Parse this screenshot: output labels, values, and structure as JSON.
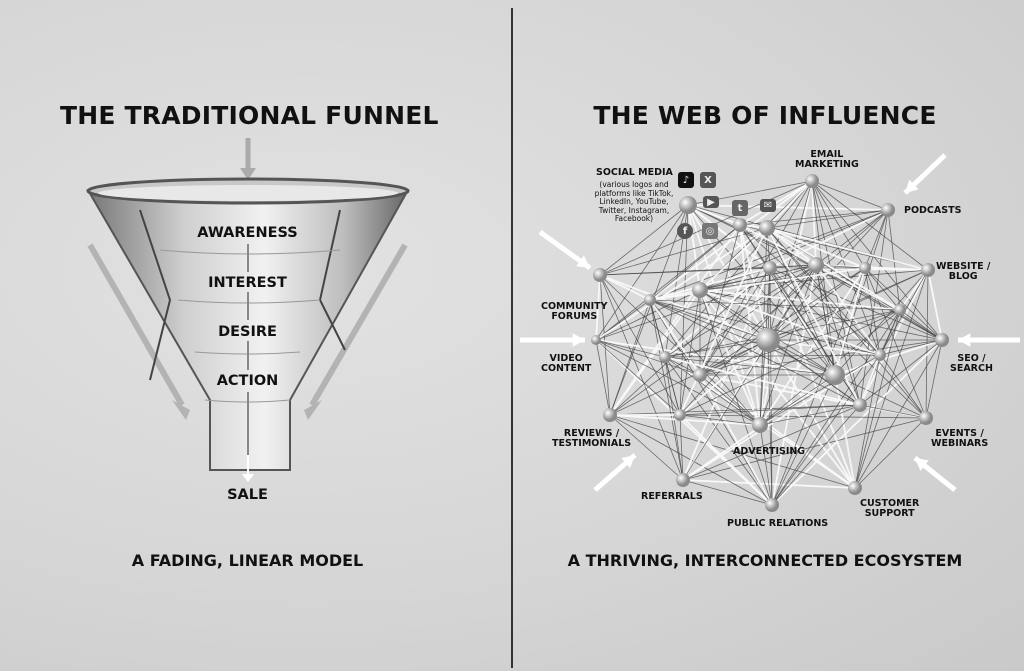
{
  "left": {
    "title": "THE TRADITIONAL FUNNEL",
    "stages": [
      "AWARENESS",
      "INTEREST",
      "DESIRE",
      "ACTION"
    ],
    "outcome": "SALE",
    "caption": "A FADING, LINEAR MODEL"
  },
  "right": {
    "title": "THE WEB OF INFLUENCE",
    "caption": "A THRIVING, INTERCONNECTED ECOSYSTEM",
    "social_media": {
      "label": "SOCIAL MEDIA",
      "note": "(various logos and platforms like TikTok, LinkedIn, YouTube, Twitter, Instagram, Facebook)",
      "icons": [
        "tiktok-icon",
        "x-icon",
        "youtube-icon",
        "twitter-icon",
        "email-icon",
        "facebook-icon",
        "instagram-icon"
      ]
    },
    "nodes": {
      "email": [
        "EMAIL",
        "MARKETING"
      ],
      "podcasts": "PODCASTS",
      "website": [
        "WEBSITE /",
        "BLOG"
      ],
      "seo": [
        "SEO /",
        "SEARCH"
      ],
      "events": [
        "EVENTS /",
        "WEBINARS"
      ],
      "support": [
        "CUSTOMER",
        "SUPPORT"
      ],
      "pr": "PUBLIC RELATIONS",
      "referrals": "REFERRALS",
      "advertising": "ADVERTISING",
      "reviews": [
        "REVIEWS /",
        "TESTIMONIALS"
      ],
      "video": [
        "VIDEO",
        "CONTENT"
      ],
      "community": [
        "COMMUNITY",
        "FORUMS"
      ]
    }
  }
}
